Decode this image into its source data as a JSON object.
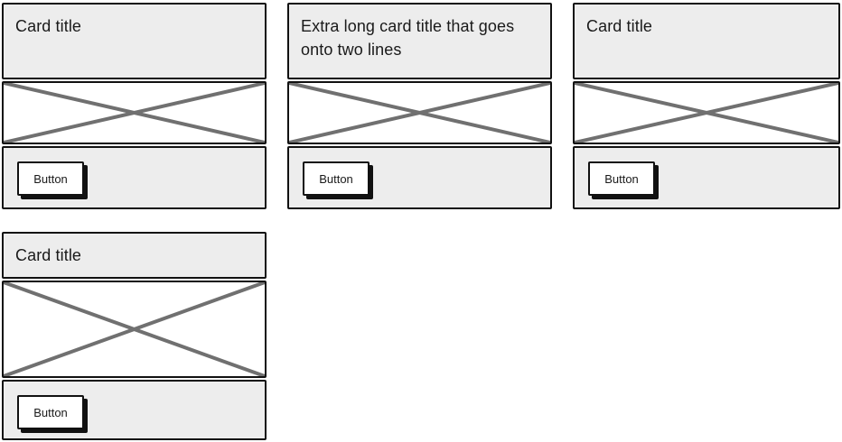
{
  "colors": {
    "section_fill": "#ededed",
    "border_color": "#111111",
    "x_line": "#707070",
    "button_fill": "#ffffff",
    "shadow_color": "#111111",
    "text_color": "#1a1a1a",
    "canvas_bg": "#ffffff"
  },
  "cards": [
    {
      "title": "Card title",
      "button_label": "Button",
      "image_icon": "image-placeholder-x"
    },
    {
      "title": "Extra long card title that goes onto two lines",
      "button_label": "Button",
      "image_icon": "image-placeholder-x"
    },
    {
      "title": "Card title",
      "button_label": "Button",
      "image_icon": "image-placeholder-x"
    },
    {
      "title": "Card title",
      "button_label": "Button",
      "image_icon": "image-placeholder-x"
    }
  ]
}
